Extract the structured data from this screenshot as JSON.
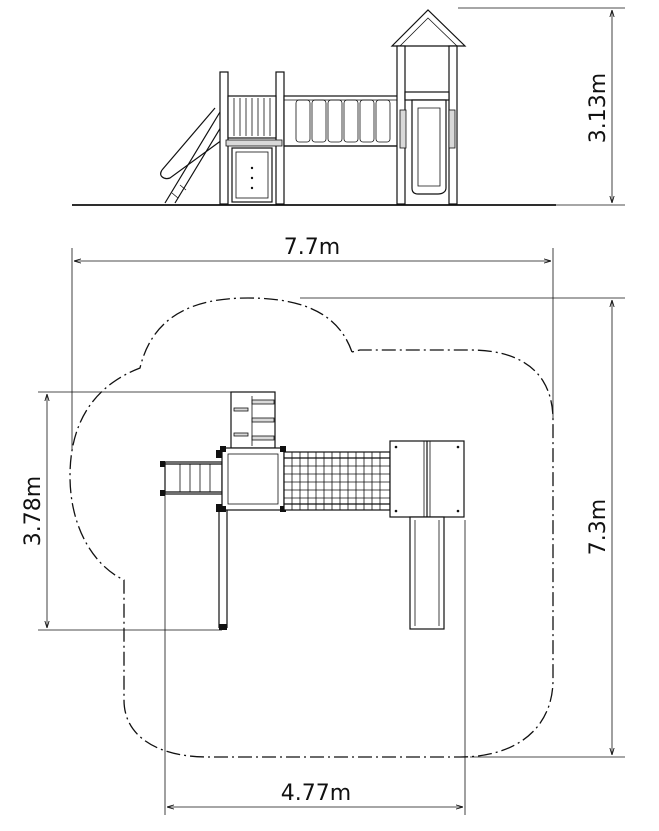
{
  "dimensions": {
    "height": "3.13m",
    "overall_width": "7.7m",
    "overall_depth": "7.3m",
    "structure_depth": "3.78m",
    "structure_width": "4.77m"
  }
}
